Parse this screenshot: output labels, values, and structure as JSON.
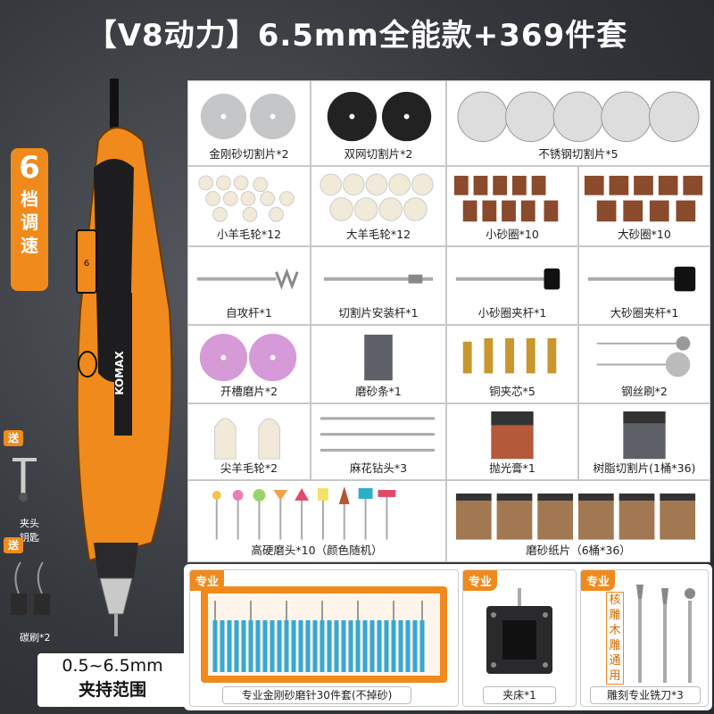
{
  "title": "【V8动力】6.5mm全能款+369件套",
  "speed_badge": {
    "number": "6",
    "line1": "档",
    "line2": "调",
    "line3": "速"
  },
  "tool_brand": "KOMAX",
  "dial_number": "6",
  "clamp_range": {
    "size": "0.5~6.5mm",
    "text": "夹持范围"
  },
  "side_items": {
    "send1": "送",
    "chuck_key": "夹头\n钥匙",
    "send2": "送",
    "brush": "碳刷*2"
  },
  "items": [
    "金刚砂切割片*2",
    "双网切割片*2",
    "不锈钢切割片*5",
    "小羊毛轮*12",
    "大羊毛轮*12",
    "小砂圈*10",
    "大砂圈*10",
    "自攻杆*1",
    "切割片安装杆*1",
    "小砂圈夹杆*1",
    "大砂圈夹杆*1",
    "开槽磨片*2",
    "磨砂条*1",
    "铜夹芯*5",
    "钢丝刷*2",
    "尖羊毛轮*2",
    "麻花钻头*3",
    "抛光膏*1",
    "树脂切割片(1桶*36)",
    "高硬磨头*10（颜色随机）",
    "磨砂纸片（6桶*36）"
  ],
  "bottom": {
    "tag1": "专业",
    "caption1": "专业金刚砂磨针30件套(不掉砂)",
    "tag2": "专业",
    "caption2": "夹床*1",
    "tag3": "专业",
    "caption3": "雕刻专业铣刀*3",
    "vertical_note": "核雕木雕通用"
  },
  "colors": {
    "accent": "#f08a1c",
    "background": "#3a3d42"
  }
}
